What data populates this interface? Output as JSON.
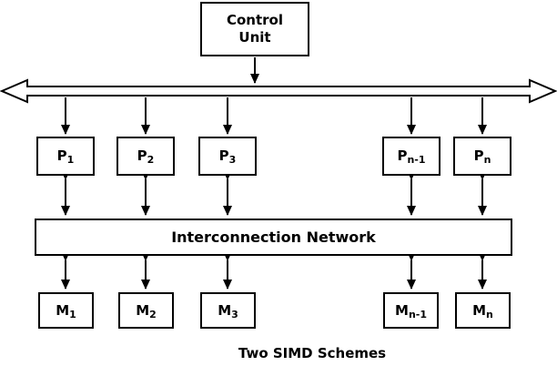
{
  "control_unit": {
    "label": "Control Unit"
  },
  "interconnection_network": {
    "label": "Interconnection Network"
  },
  "caption": "Two SIMD Schemes",
  "processors": [
    {
      "main": "P",
      "sub": "1"
    },
    {
      "main": "P",
      "sub": "2"
    },
    {
      "main": "P",
      "sub": "3"
    },
    {
      "main": "P",
      "sub": "n-1"
    },
    {
      "main": "P",
      "sub": "n"
    }
  ],
  "memories": [
    {
      "main": "M",
      "sub": "1"
    },
    {
      "main": "M",
      "sub": "2"
    },
    {
      "main": "M",
      "sub": "3"
    },
    {
      "main": "M",
      "sub": "n-1"
    },
    {
      "main": "M",
      "sub": "n"
    }
  ],
  "colors": {
    "line": "#000000",
    "box_border": "#000000",
    "background": "#ffffff",
    "text": "#000000"
  }
}
